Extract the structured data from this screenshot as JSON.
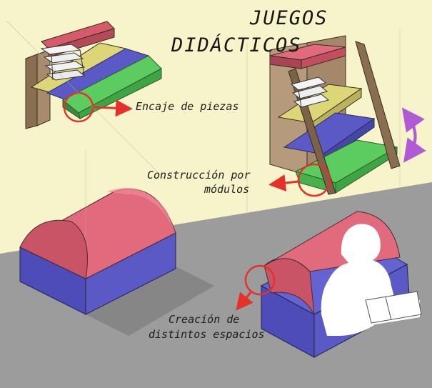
{
  "title": {
    "line1": "JUEGOS",
    "line2": "DIDÁCTICOS"
  },
  "annotations": {
    "encaje": "Encaje de piezas",
    "construccion_l1": "Construcción por",
    "construccion_l2": "módulos",
    "creacion_l1": "Creación de",
    "creacion_l2": "distintos espacios"
  },
  "colors": {
    "wall": "#f7f3cb",
    "floor": "#9c9c9c",
    "wood": "#9a7f63",
    "red": "#e16a7c",
    "yellow": "#dcd678",
    "blue": "#5a59c6",
    "green": "#5ccc60",
    "marker": "#e4312b",
    "rotation_arrow": "#b15ad6"
  }
}
